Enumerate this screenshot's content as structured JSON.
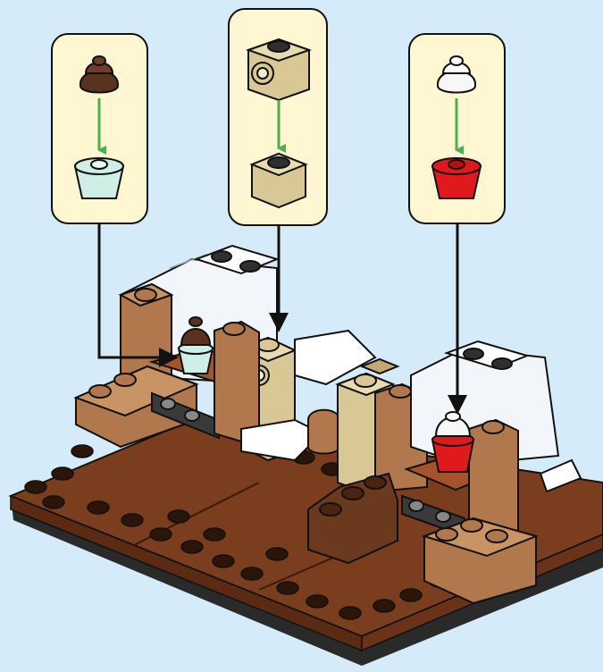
{
  "diagram": {
    "background": "#d6ebfa",
    "callout_fill": "#fff6d2",
    "arrow_color": "#4caf50",
    "callouts": [
      {
        "name": "callout-left",
        "top_part": "chocolate-frosting-swirl",
        "bottom_part": "light-blue-cupcake-cup",
        "top_color": "#5a3220",
        "bottom_color": "#cfeee6"
      },
      {
        "name": "callout-middle",
        "top_part": "tan-brick-with-side-stud",
        "bottom_part": "tan-1x1-brick",
        "top_color": "#d9c896",
        "bottom_color": "#d9c896"
      },
      {
        "name": "callout-right",
        "top_part": "white-frosting-swirl",
        "bottom_part": "red-cupcake-cup",
        "top_color": "#f7f7f7",
        "bottom_color": "#e0191e"
      }
    ],
    "colors": {
      "baseplate": "#7a3d1e",
      "baseplate_dark": "#5a2a12",
      "medium_nougat": "#b0784c",
      "tan": "#d9c896",
      "transparent": "#f2f6fa",
      "white": "#ffffff",
      "dark_gray": "#3a3a3a",
      "red": "#e0191e"
    }
  }
}
